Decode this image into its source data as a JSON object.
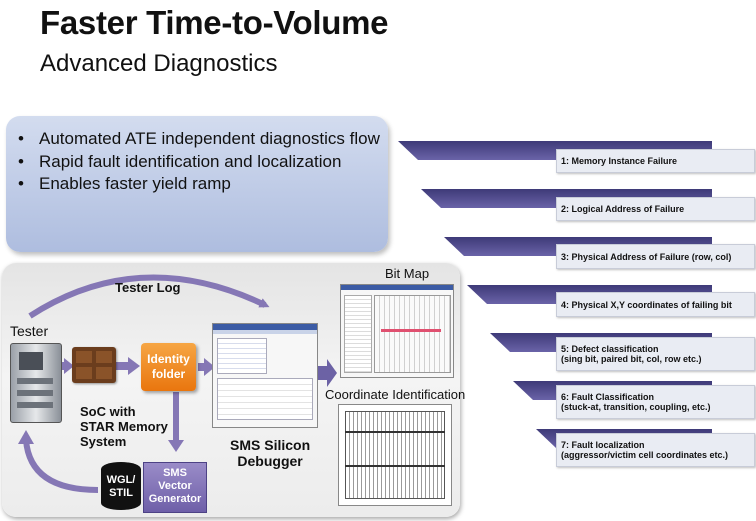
{
  "title": "Faster Time-to-Volume",
  "subtitle": "Advanced Diagnostics",
  "bullets": [
    "Automated ATE independent diagnostics flow",
    "Rapid fault identification and localization",
    "Enables faster yield ramp"
  ],
  "flow": {
    "tester_log": "Tester Log",
    "tester": "Tester",
    "soc_line1": "SoC with",
    "soc_line2": "STAR Memory",
    "soc_line3": "System",
    "identity_line1": "Identity",
    "identity_line2": "folder",
    "wgl_line1": "WGL/",
    "wgl_line2": "STIL",
    "vector_line1": "SMS",
    "vector_line2": "Vector",
    "vector_line3": "Generator",
    "debugger_line1": "SMS Silicon",
    "debugger_line2": "Debugger",
    "bitmap": "Bit Map",
    "coord": "Coordinate Identification"
  },
  "levels": [
    {
      "line1": "1: Memory Instance Failure",
      "line2": ""
    },
    {
      "line1": "2: Logical Address of Failure",
      "line2": ""
    },
    {
      "line1": "3: Physical Address of Failure (row, col)",
      "line2": ""
    },
    {
      "line1": "4: Physical X,Y coordinates of failing bit",
      "line2": ""
    },
    {
      "line1": "5: Defect classification",
      "line2": "(sing bit, paired bit, col, row etc.)"
    },
    {
      "line1": "6: Fault Classification",
      "line2": "(stuck-at, transition, coupling, etc.)"
    },
    {
      "line1": "7: Fault localization",
      "line2": "(aggressor/victim cell coordinates etc.)"
    }
  ],
  "colors": {
    "funnel": "#5b5496",
    "arrow": "#8577b5",
    "identity": "#f28c1f",
    "bullet_box": "#b8c6e3"
  }
}
